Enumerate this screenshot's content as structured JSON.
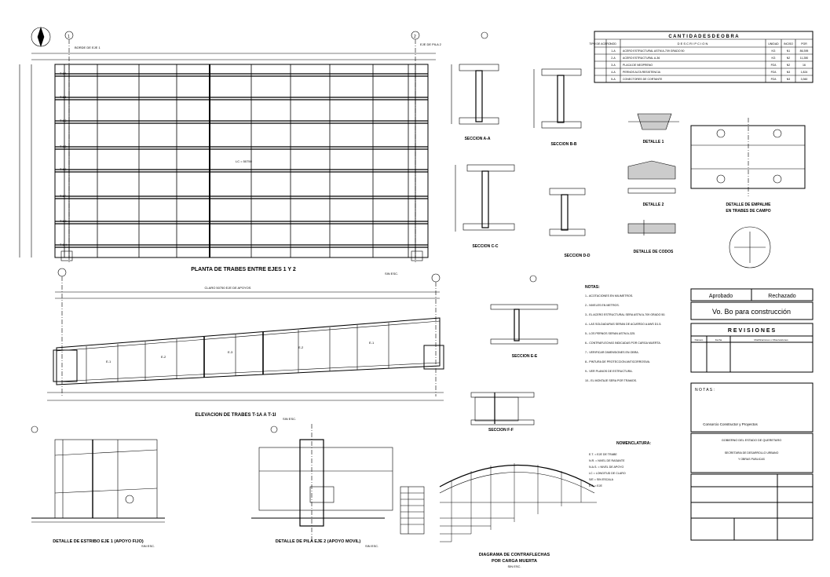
{
  "sheet": {
    "views": {
      "plan_title": "PLANTA DE TRABES ENTRE EJES 1 Y 2",
      "plan_scale": "SIN ESC.",
      "elevation_title": "ELEVACION DE TRABES T-1A A T-1I",
      "elevation_scale": "SIN ESC.",
      "detail_axis1_title": "DETALLE DE ESTRIBO EJE 1 (APOYO FIJO)",
      "detail_axis1_scale": "SIN ESC.",
      "detail_axis2_title": "DETALLE DE PILA EJE 2 (APOYO MOVIL)",
      "detail_axis2_scale": "SIN ESC.",
      "camber_title_1": "DIAGRAMA DE CONTRAFLECHAS",
      "camber_title_2": "POR CARGA MUERTA",
      "camber_scale": "SIN ESC.",
      "section_aa": "SECCION A-A",
      "section_bb": "SECCION B-B",
      "section_cc": "SECCION C-C",
      "section_dd": "SECCION D-D",
      "section_ee": "SECCION E-E",
      "section_ff": "SECCION F-F",
      "detail_1": "DETALLE 1",
      "detail_2": "DETALLE 2",
      "splice_title_1": "DETALLE DE EMPALME",
      "splice_title_2": "EN TRABES DE CAMPO",
      "hole_title": "DETALLE DE CODOS",
      "sin_esc": "SIN ESC."
    },
    "plan": {
      "girders": [
        "T-1A",
        "T-1B",
        "T-1C",
        "T-1D",
        "T-1E",
        "T-1F",
        "T-1G",
        "T-1H"
      ],
      "lc": "LC = 50750",
      "axis_1": "1",
      "axis_2": "2",
      "bolt_note_1": "BORDE DE EJE 1",
      "bolt_note_2": "EJE DE PILA 2"
    },
    "elevation": {
      "top_note": "CLARO 50750 EJE DE APOYOS",
      "segments": [
        "E-1",
        "E-2",
        "E-3",
        "E-2",
        "E-1"
      ]
    },
    "quantities": {
      "title": "C A N T I D A D E S   D E   O B R A",
      "headers": [
        "TIPO DE ACERO",
        "NOD",
        "D E S C R I P C I O N",
        "UNIDAD",
        "INCISO",
        "POR"
      ],
      "rows": [
        [
          "",
          "1-A",
          "ACERO ESTRUCTURAL ASTM A-709 GRADO 50",
          "KG",
          "N1",
          "86,395"
        ],
        [
          "",
          "2-A",
          "ACERO ESTRUCTURAL A-36",
          "KG",
          "N2",
          "11,280"
        ],
        [
          "",
          "3-A",
          "PLACA DE NEOPRENO",
          "PZA",
          "N2",
          "16"
        ],
        [
          "",
          "4-A",
          "PERNOS ALTA RESISTENCIA",
          "PZA",
          "N3",
          "1,824"
        ],
        [
          "",
          "5-A",
          "CONECTORES DE CORTANTE",
          "PZA",
          "N3",
          "3,360"
        ]
      ]
    },
    "notes": {
      "title": "NOTAS:",
      "items": [
        "1.- ACOTACIONES EN MILIMETROS.",
        "2.- NIVELES EN METROS.",
        "3.- EL ACERO ESTRUCTURAL SERA ASTM A-709 GRADO 50.",
        "4.- LAS SOLDADURAS SERAN DE ACUERDO A AWS D1.5.",
        "5.- LOS PERNOS SERAN ASTM A-325.",
        "6.- CONTRAFLECHAS INDICADAS POR CARGA MUERTA.",
        "7.- VERIFICAR DIMENSIONES EN OBRA.",
        "8.- PINTURA DE PROTECCION ANTICORROSIVA.",
        "9.- VER PLANOS DE ESTRUCTURA.",
        "10.- EL MONTAJE SERA POR TRAMOS."
      ]
    },
    "nomenclature": {
      "title": "NOMENCLATURA:",
      "items": [
        "E.T. = EJE DE TRABE",
        "N.R. = NIVEL DE RASANTE",
        "N.A.S. = NIVEL DE APOYO",
        "LC = LONGITUD DE CLARO",
        "S/E = SIN ESCALA",
        "E.J. = EJE"
      ]
    },
    "approval": {
      "approved": "Aprobado",
      "rejected": "Rechazado",
      "vobo": "Vo. Bo para construcción"
    },
    "revisions": {
      "title": "R E V I S I O N E S",
      "headers": [
        "Número",
        "Fecha",
        "Modificaciones o Observaciones"
      ]
    },
    "titleblock": {
      "notes_label": "N O T A S :",
      "company": "Consorcio Constructor y Proyectos",
      "gov_1": "GOBIERNO DEL ESTADO DE QUERETARO",
      "gov_2": "SECRETARIA DE DESARROLLO URBANO",
      "gov_3": "Y OBRAS PUBLICAS"
    }
  }
}
